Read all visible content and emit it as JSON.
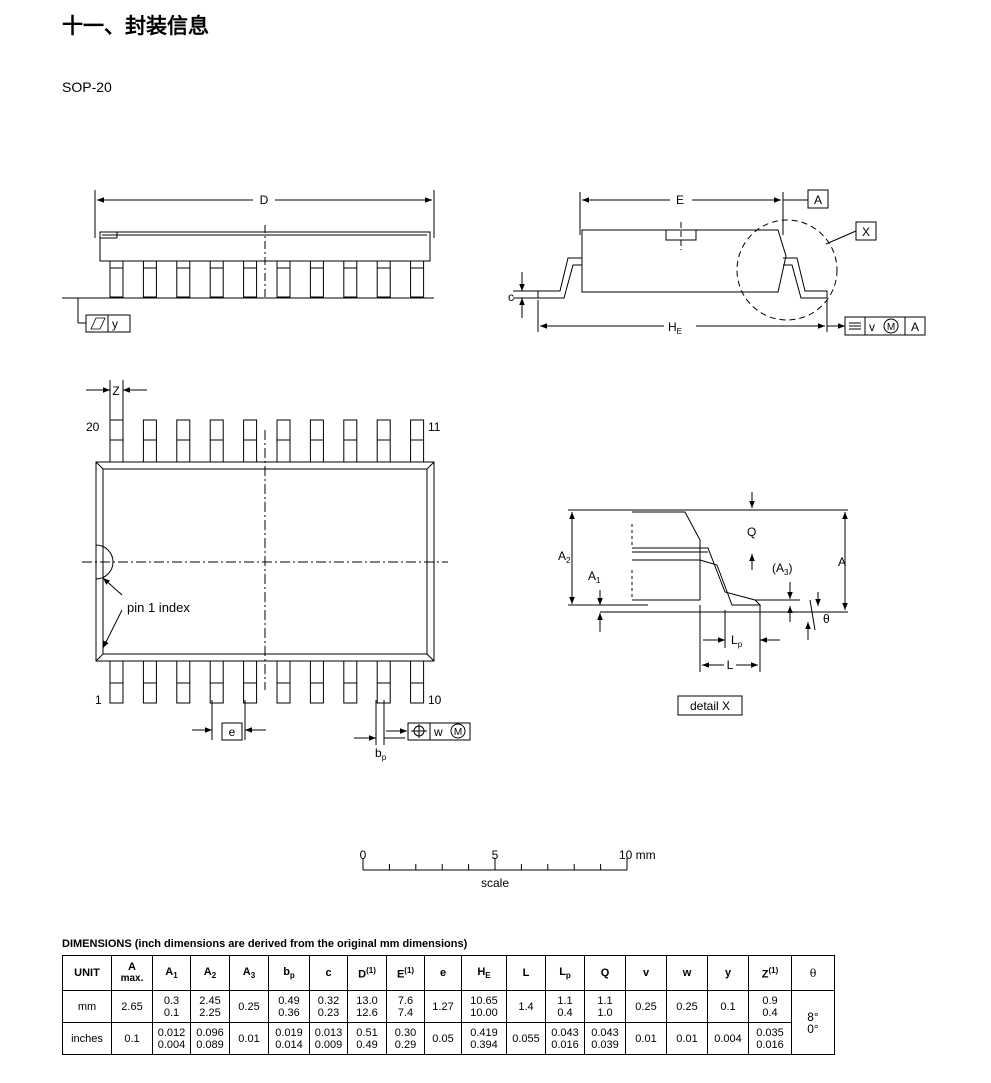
{
  "heading": "十一、封装信息",
  "package_name": "SOP-20",
  "drawing": {
    "lbl_D": "D",
    "lbl_E": "E",
    "lbl_A_box": "A",
    "lbl_X_box": "X",
    "lbl_c": "c",
    "lbl_HE_main": "H",
    "lbl_HE_sub": "E",
    "tol_v": "v",
    "tol_M1": "M",
    "tol_A": "A",
    "lbl_y": "y",
    "lbl_Z": "Z",
    "pin20": "20",
    "pin11": "11",
    "pin1": "1",
    "pin10": "10",
    "pin1_index": "pin 1 index",
    "lbl_e": "e",
    "lbl_bp_main": "b",
    "lbl_bp_sub": "p",
    "tol_w": "w",
    "tol_M2": "M",
    "lbl_Q": "Q",
    "lbl_A2_main": "A",
    "lbl_A2_sub": "2",
    "lbl_A1_main": "A",
    "lbl_A1_sub": "1",
    "lbl_A3": "(A",
    "lbl_A3_sub": "3",
    "lbl_A3_close": ")",
    "lbl_A_right": "A",
    "lbl_theta": "θ",
    "lbl_Lp_main": "L",
    "lbl_Lp_sub": "p",
    "lbl_L": "L",
    "detail_x": "detail X",
    "scale_0": "0",
    "scale_5": "5",
    "scale_10": "10 mm",
    "scale_word": "scale"
  },
  "dimensions": {
    "caption": "DIMENSIONS (inch dimensions are derived from the original mm dimensions)",
    "headers": [
      "UNIT",
      "A max.",
      "A1",
      "A2",
      "A3",
      "bp",
      "c",
      "D(1)",
      "E(1)",
      "e",
      "HE",
      "L",
      "Lp",
      "Q",
      "v",
      "w",
      "y",
      "Z(1)",
      "θ"
    ],
    "rows": [
      {
        "unit": "mm",
        "A": "2.65",
        "A1": [
          "0.3",
          "0.1"
        ],
        "A2": [
          "2.45",
          "2.25"
        ],
        "A3": "0.25",
        "bp": [
          "0.49",
          "0.36"
        ],
        "c": [
          "0.32",
          "0.23"
        ],
        "D": [
          "13.0",
          "12.6"
        ],
        "E": [
          "7.6",
          "7.4"
        ],
        "e": "1.27",
        "HE": [
          "10.65",
          "10.00"
        ],
        "L": "1.4",
        "Lp": [
          "1.1",
          "0.4"
        ],
        "Q": [
          "1.1",
          "1.0"
        ],
        "v": "0.25",
        "w": "0.25",
        "y": "0.1",
        "Z": [
          "0.9",
          "0.4"
        ]
      },
      {
        "unit": "inches",
        "A": "0.1",
        "A1": [
          "0.012",
          "0.004"
        ],
        "A2": [
          "0.096",
          "0.089"
        ],
        "A3": "0.01",
        "bp": [
          "0.019",
          "0.014"
        ],
        "c": [
          "0.013",
          "0.009"
        ],
        "D": [
          "0.51",
          "0.49"
        ],
        "E": [
          "0.30",
          "0.29"
        ],
        "e": "0.05",
        "HE": [
          "0.419",
          "0.394"
        ],
        "L": "0.055",
        "Lp": [
          "0.043",
          "0.016"
        ],
        "Q": [
          "0.043",
          "0.039"
        ],
        "v": "0.01",
        "w": "0.01",
        "y": "0.004",
        "Z": [
          "0.035",
          "0.016"
        ]
      }
    ],
    "theta": [
      "8°",
      "0°"
    ]
  }
}
